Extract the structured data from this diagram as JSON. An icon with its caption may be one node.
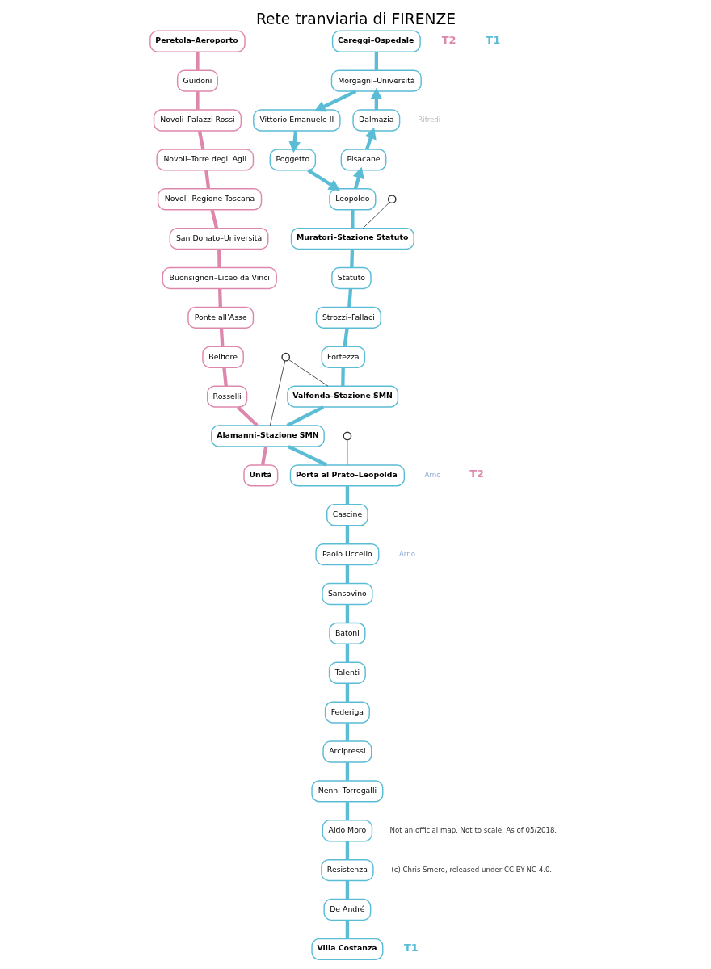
{
  "diagram": {
    "title": "Rete tranviaria di FIRENZE",
    "nodes": [
      {
        "text": [
          "Peretola–Aeroporto"
        ]
      },
      {
        "text": [
          "Guidoni"
        ]
      },
      {
        "text": [
          "Novoli–Palazzi Rossi"
        ]
      },
      {
        "text": [
          "Novoli–Torre degli Agli"
        ]
      },
      {
        "text": [
          "Novoli–Regione Toscana"
        ]
      },
      {
        "text": [
          "San Donato–Università"
        ]
      },
      {
        "text": [
          "Buonsignori–Liceo da Vinci"
        ]
      },
      {
        "text": [
          "Ponte all’Asse"
        ]
      },
      {
        "text": [
          "Belfiore"
        ]
      },
      {
        "text": [
          "Rosselli"
        ]
      },
      {
        "text": [
          "Alamanni–Stazione SMN"
        ]
      },
      {
        "text": [
          "Unità"
        ]
      },
      {
        "text": [
          "Careggi–Ospedale"
        ]
      },
      {
        "text": [
          "Morgagni–Università"
        ]
      },
      {
        "text": [
          "Dalmazia"
        ]
      },
      {
        "text": [
          "Vittorio Emanuele II"
        ]
      },
      {
        "text": [
          "Pisacane"
        ]
      },
      {
        "text": [
          "Poggetto"
        ]
      },
      {
        "text": [
          "Leopoldo"
        ]
      },
      {
        "text": [
          "Muratori–Stazione Statuto"
        ]
      },
      {
        "text": [],
        "shape": "circle"
      },
      {
        "text": [
          "Statuto"
        ]
      },
      {
        "text": [
          "Strozzi–Fallaci"
        ]
      },
      {
        "text": [
          "Fortezza"
        ]
      },
      {
        "text": [],
        "shape": "circle"
      },
      {
        "text": [
          "Valfonda–Stazione SMN"
        ]
      },
      {
        "text": [],
        "shape": "circle"
      },
      {
        "text": [
          "Porta al Prato–Leopolda"
        ]
      },
      {
        "text": [
          "Cascine"
        ]
      },
      {
        "text": [
          "Paolo Uccello"
        ]
      },
      {
        "text": [
          "Sansovino"
        ]
      },
      {
        "text": [
          "Batoni"
        ]
      },
      {
        "text": [
          "Talenti"
        ]
      },
      {
        "text": [
          "Federiga"
        ]
      },
      {
        "text": [
          "Arcipressi"
        ]
      },
      {
        "text": [
          "Nenni Torregalli"
        ]
      },
      {
        "text": [
          "Aldo Moro"
        ]
      },
      {
        "text": [
          "Resistenza"
        ]
      },
      {
        "text": [
          "De André"
        ]
      },
      {
        "text": [
          "Villa Costanza"
        ]
      }
    ],
    "edges": [
      {
        "from": 11,
        "to": 10,
        "arrow": "none",
        "color": "#de87ad"
      },
      {
        "from": 10,
        "to": 9,
        "arrow": "none",
        "color": "#de87ad"
      },
      {
        "from": 9,
        "to": 8,
        "arrow": "none",
        "color": "#de87ad"
      },
      {
        "from": 8,
        "to": 7,
        "arrow": "none",
        "color": "#de87ad"
      },
      {
        "from": 7,
        "to": 6,
        "arrow": "none",
        "color": "#de87ad"
      },
      {
        "from": 6,
        "to": 5,
        "arrow": "none",
        "color": "#de87ad"
      },
      {
        "from": 5,
        "to": 4,
        "arrow": "none",
        "color": "#de87ad"
      },
      {
        "from": 4,
        "to": 3,
        "arrow": "none",
        "color": "#de87ad"
      },
      {
        "from": 3,
        "to": 2,
        "arrow": "none",
        "color": "#de87ad"
      },
      {
        "from": 2,
        "to": 1,
        "arrow": "none",
        "color": "#de87ad"
      },
      {
        "from": 1,
        "to": 0,
        "arrow": "none",
        "color": "#de87ad"
      },
      {
        "from": 39,
        "to": 38,
        "arrow": "none"
      },
      {
        "from": 38,
        "to": 37,
        "arrow": "none"
      },
      {
        "from": 37,
        "to": 36,
        "arrow": "none"
      },
      {
        "from": 36,
        "to": 35,
        "arrow": "none"
      },
      {
        "from": 35,
        "to": 34,
        "arrow": "none"
      },
      {
        "from": 34,
        "to": 33,
        "arrow": "none"
      },
      {
        "from": 33,
        "to": 32,
        "arrow": "none"
      },
      {
        "from": 32,
        "to": 31,
        "arrow": "none"
      },
      {
        "from": 31,
        "to": 30,
        "arrow": "none"
      },
      {
        "from": 30,
        "to": 29,
        "arrow": "none"
      },
      {
        "from": 29,
        "to": 28,
        "arrow": "none"
      },
      {
        "from": 28,
        "to": 27,
        "arrow": "none"
      },
      {
        "from": 27,
        "to": 10,
        "arrow": "none"
      },
      {
        "from": 10,
        "to": 25,
        "arrow": "none"
      },
      {
        "from": 25,
        "to": 23,
        "arrow": "none"
      },
      {
        "from": 23,
        "to": 22,
        "arrow": "none"
      },
      {
        "from": 22,
        "to": 21,
        "arrow": "none"
      },
      {
        "from": 21,
        "to": 19,
        "arrow": "none"
      },
      {
        "from": 19,
        "to": 18,
        "arrow": "none"
      },
      {
        "from": 18,
        "to": 16,
        "arrow": "to"
      },
      {
        "from": 16,
        "to": 14,
        "arrow": "to"
      },
      {
        "from": 14,
        "to": 13,
        "arrow": "to"
      },
      {
        "from": 13,
        "to": 15,
        "arrow": "to"
      },
      {
        "from": 15,
        "to": 17,
        "arrow": "to"
      },
      {
        "from": 17,
        "to": 18,
        "arrow": "to"
      },
      {
        "from": 13,
        "to": 12,
        "arrow": "none"
      },
      {
        "from": 19,
        "to": 20,
        "arrow": "none",
        "color": "#333333"
      },
      {
        "from": 25,
        "to": 24,
        "arrow": "none",
        "color": "#333333"
      },
      {
        "from": 10,
        "to": 24,
        "arrow": "none",
        "color": "#333333"
      },
      {
        "from": 27,
        "to": 26,
        "arrow": "none",
        "color": "#333333"
      }
    ],
    "labels": [
      "T2",
      "T1",
      "Rifredi",
      "Arno",
      "T2",
      "Arno",
      "T1",
      "Not an official map. Not to scale. As of 05/2018.",
      "(c) Chris Smere, released under CC BY-NC 4.0."
    ]
  }
}
